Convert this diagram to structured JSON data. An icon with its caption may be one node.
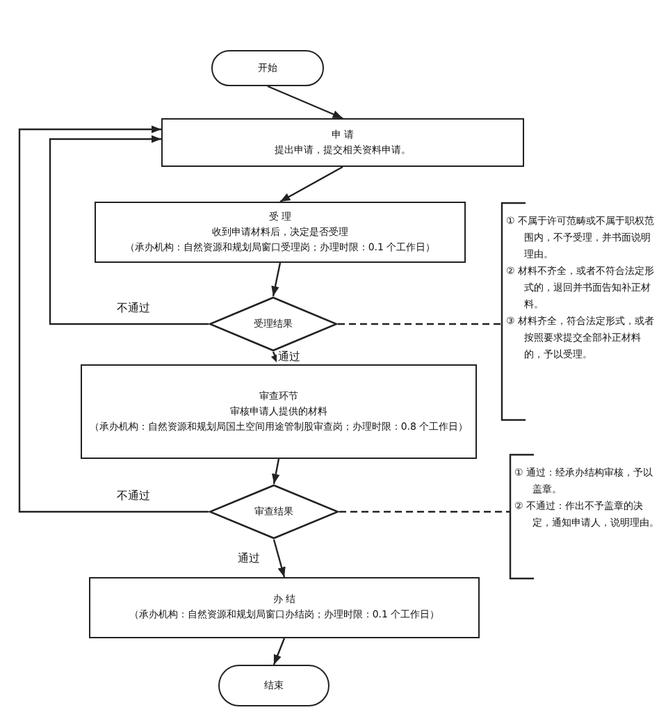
{
  "diagram": {
    "nodes": [
      {
        "text": [
          "开始"
        ]
      },
      {
        "text": [
          "申 请",
          "提出申请，提交相关资料申请。"
        ]
      },
      {
        "text": [
          "受 理",
          "收到申请材料后，决定是否受理",
          "（承办机构：自然资源和规划局窗口受理岗；办理时限：0.1 个工作日）"
        ]
      },
      {
        "text": [
          "受理结果"
        ]
      },
      {
        "text": [
          "① 不属于许可范畴或不属于职权范围内，不予受理，并书面说明理由。",
          "② 材料不齐全，或者不符合法定形式的，退回并书面告知补正材料。",
          "③ 材料齐全，符合法定形式，或者按照要求提交全部补正材料的，予以受理。"
        ]
      },
      {
        "text": [
          "审查环节",
          "审核申请人提供的材料",
          "（承办机构：自然资源和规划局国土空间用途管制股审查岗；办理时限：0.8 个工作日）"
        ]
      },
      {
        "text": [
          "审查结果"
        ]
      },
      {
        "text": [
          "① 通过：经承办结构审核，予以盖章。",
          "② 不通过：作出不予盖章的决定，通知申请人，说明理由。"
        ]
      },
      {
        "text": [
          "办 结",
          "（承办机构：自然资源和规划局窗口办结岗；办理时限：0.1 个工作日）"
        ]
      },
      {
        "text": [
          "结束"
        ]
      }
    ],
    "edges": [
      {
        "from": 0,
        "to": 1,
        "arrow": "to"
      },
      {
        "from": 1,
        "to": 2,
        "arrow": "to"
      },
      {
        "from": 2,
        "to": 3,
        "arrow": "to"
      },
      {
        "from": 3,
        "to": 5,
        "arrow": "to",
        "label": "通过"
      },
      {
        "from": 3,
        "to": 1,
        "arrow": "to",
        "label": "不通过"
      },
      {
        "from": 3,
        "to": 4,
        "arrow": "none",
        "style": "dashed"
      },
      {
        "from": 5,
        "to": 6,
        "arrow": "to"
      },
      {
        "from": 6,
        "to": 8,
        "arrow": "to",
        "label": "通过"
      },
      {
        "from": 6,
        "to": 1,
        "arrow": "to",
        "label": "不通过"
      },
      {
        "from": 6,
        "to": 7,
        "arrow": "none",
        "style": "dashed"
      },
      {
        "from": 8,
        "to": 9,
        "arrow": "to"
      }
    ]
  }
}
